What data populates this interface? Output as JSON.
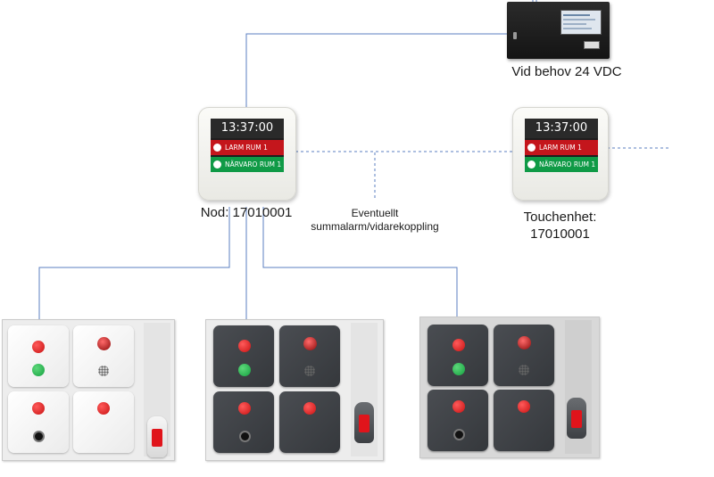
{
  "labels": {
    "power": "Vid behov 24 VDC",
    "node": "Nod: 17010001",
    "optional_line1": "Eventuellt",
    "optional_line2": "summalarm/vidarekoppling",
    "touch_line1": "Touchenhet:",
    "touch_line2": "17010001"
  },
  "display": {
    "time": "13:37:00",
    "alarm_text": "LARM RUM 1",
    "presence_text": "NÄRVARO RUM 1"
  },
  "colors": {
    "wire": "#5b7fc0",
    "alarm": "#c4161c",
    "presence": "#0f9a46"
  },
  "icons": {
    "alarm_icon": "bell-icon",
    "presence_icon": "person-icon"
  }
}
